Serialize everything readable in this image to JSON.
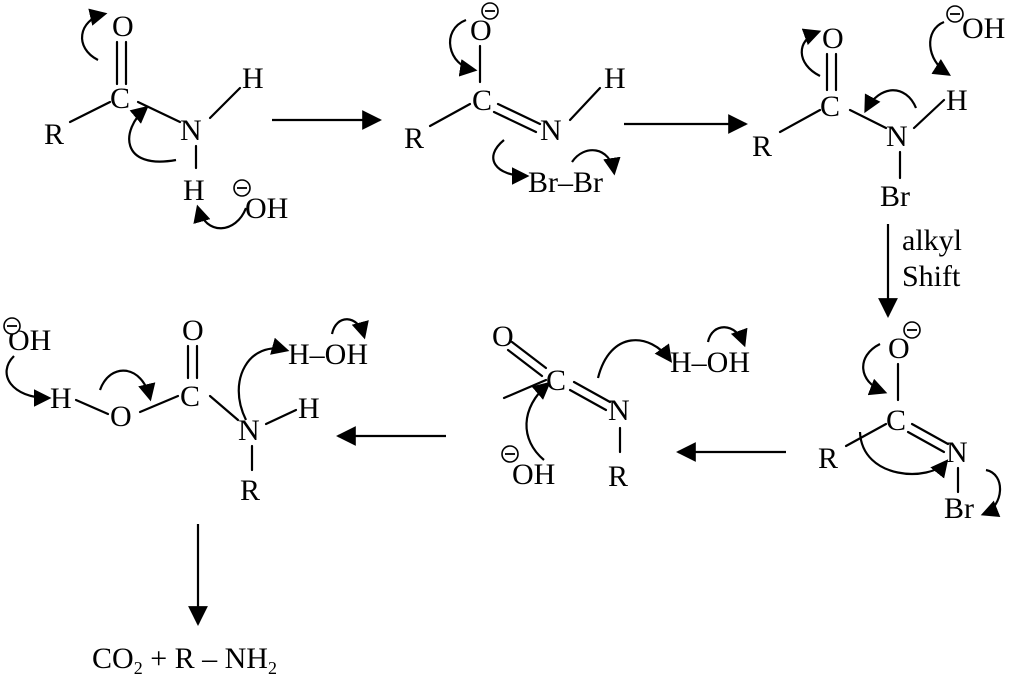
{
  "labels": {
    "O": "O",
    "C": "C",
    "N": "N",
    "H": "H",
    "R": "R",
    "OH": "OH",
    "Br": "Br",
    "Br2": "Br–Br",
    "HOH": "H–OH"
  },
  "step_label": {
    "line1": "alkyl",
    "line2": "Shift"
  },
  "products": {
    "co": "CO",
    "sub2": "2",
    "mid": " + R – NH",
    "sub2b": "2"
  }
}
